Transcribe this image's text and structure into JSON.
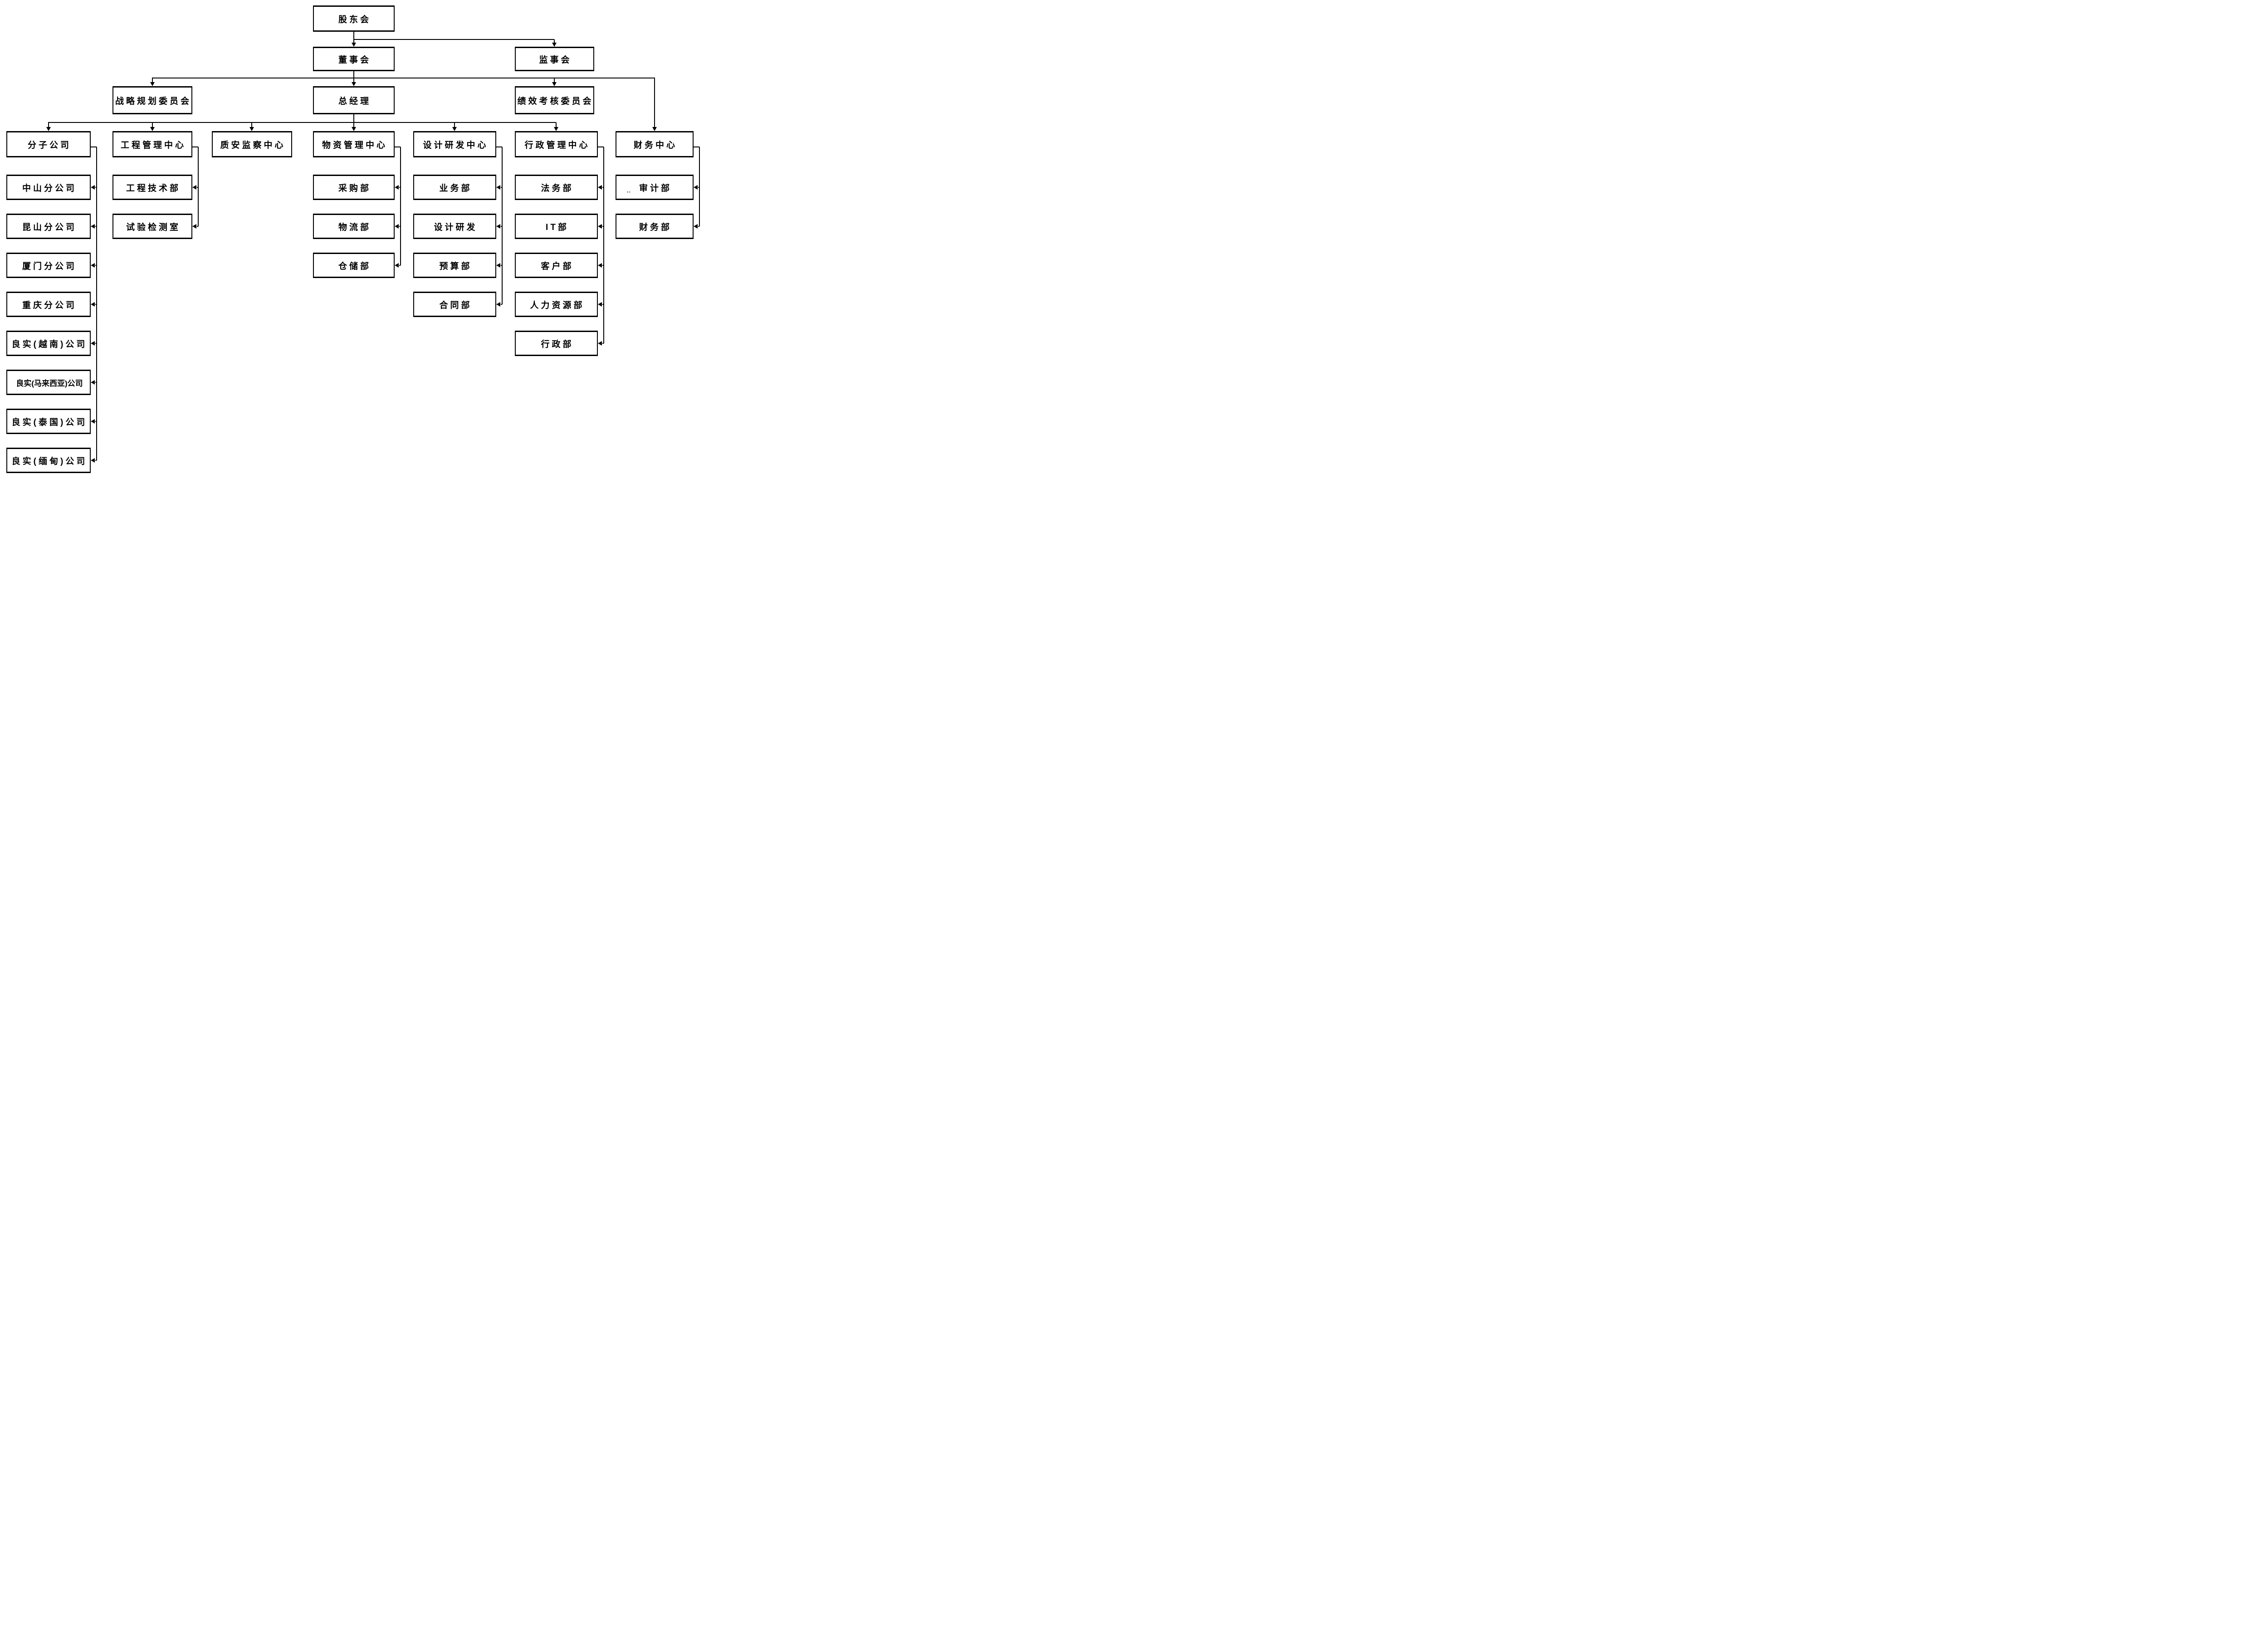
{
  "diagram": {
    "type": "org-chart",
    "colors": {
      "line": "#000000",
      "box_border": "#000000",
      "background": "#ffffff",
      "text": "#000000"
    },
    "artifact_mark": "--",
    "nodes": {
      "shareholders-meeting": {
        "label": "股东会",
        "parent": null
      },
      "board-of-directors": {
        "label": "董事会",
        "parent": "shareholders-meeting"
      },
      "supervisory-board": {
        "label": "监事会",
        "parent": "shareholders-meeting"
      },
      "strategic-planning-committee": {
        "label": "战略规划委员会",
        "parent": "board-of-directors"
      },
      "general-manager": {
        "label": "总经理",
        "parent": "board-of-directors"
      },
      "performance-appraisal-committee": {
        "label": "绩效考核委员会",
        "parent": "board-of-directors"
      },
      "finance-center": {
        "label": "财务中心",
        "parent": "board-of-directors"
      },
      "subsidiaries": {
        "label": "分子公司",
        "parent": "general-manager"
      },
      "engineering-management-center": {
        "label": "工程管理中心",
        "parent": "general-manager"
      },
      "quality-safety-supervision-center": {
        "label": "质安监察中心",
        "parent": "general-manager"
      },
      "materials-management-center": {
        "label": "物资管理中心",
        "parent": "general-manager"
      },
      "design-rd-center": {
        "label": "设计研发中心",
        "parent": "general-manager"
      },
      "administrative-management-center": {
        "label": "行政管理中心",
        "parent": "general-manager"
      },
      "zhongshan-branch": {
        "label": "中山分公司",
        "parent": "subsidiaries"
      },
      "kunshan-branch": {
        "label": "昆山分公司",
        "parent": "subsidiaries"
      },
      "xiamen-branch": {
        "label": "厦门分公司",
        "parent": "subsidiaries"
      },
      "chongqing-branch": {
        "label": "重庆分公司",
        "parent": "subsidiaries"
      },
      "liangshi-vietnam": {
        "label": "良实(越南)公司",
        "parent": "subsidiaries"
      },
      "liangshi-malaysia": {
        "label": "良实(马来西亚)公司",
        "parent": "subsidiaries"
      },
      "liangshi-thailand": {
        "label": "良实(泰国)公司",
        "parent": "subsidiaries"
      },
      "liangshi-myanmar": {
        "label": "良实(缅甸)公司",
        "parent": "subsidiaries"
      },
      "engineering-technology-dept": {
        "label": "工程技术部",
        "parent": "engineering-management-center"
      },
      "test-inspection-room": {
        "label": "试验检测室",
        "parent": "engineering-management-center"
      },
      "procurement-dept": {
        "label": "采购部",
        "parent": "materials-management-center"
      },
      "logistics-dept": {
        "label": "物流部",
        "parent": "materials-management-center"
      },
      "warehouse-dept": {
        "label": "仓储部",
        "parent": "materials-management-center"
      },
      "business-dept": {
        "label": "业务部",
        "parent": "design-rd-center"
      },
      "design-rd-dept": {
        "label": "设计研发",
        "parent": "design-rd-center"
      },
      "budget-dept": {
        "label": "预算部",
        "parent": "design-rd-center"
      },
      "contract-dept": {
        "label": "合同部",
        "parent": "design-rd-center"
      },
      "legal-dept": {
        "label": "法务部",
        "parent": "administrative-management-center"
      },
      "it-dept": {
        "label": "IT部",
        "parent": "administrative-management-center"
      },
      "customer-dept": {
        "label": "客户部",
        "parent": "administrative-management-center"
      },
      "hr-dept": {
        "label": "人力资源部",
        "parent": "administrative-management-center"
      },
      "admin-dept": {
        "label": "行政部",
        "parent": "administrative-management-center"
      },
      "audit-dept": {
        "label": "审计部",
        "parent": "finance-center"
      },
      "finance-dept": {
        "label": "财务部",
        "parent": "finance-center"
      }
    }
  }
}
